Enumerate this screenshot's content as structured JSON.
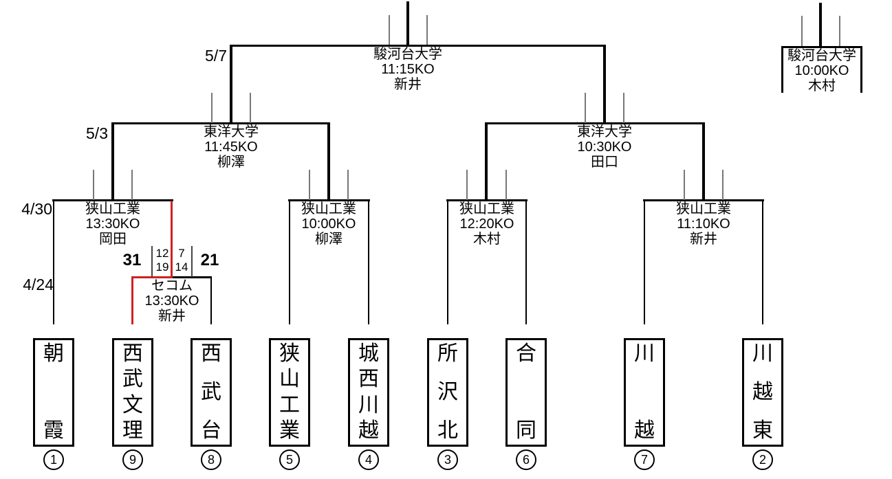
{
  "bracket": {
    "dates": {
      "final_day": "5/7",
      "semifinal_day": "5/3",
      "quarterfinal_day": "4/30",
      "first_round_day": "4/24"
    },
    "matches": {
      "final": {
        "venue": "駿河台大学",
        "kickoff": "11:15KO",
        "referee": "新井"
      },
      "third_place": {
        "venue": "駿河台大学",
        "kickoff": "10:00KO",
        "referee": "木村"
      },
      "semifinals": [
        {
          "venue": "東洋大学",
          "kickoff": "11:45KO",
          "referee": "柳澤"
        },
        {
          "venue": "東洋大学",
          "kickoff": "10:30KO",
          "referee": "田口"
        }
      ],
      "quarterfinals": [
        {
          "venue": "狭山工業",
          "kickoff": "13:30KO",
          "referee": "岡田"
        },
        {
          "venue": "狭山工業",
          "kickoff": "10:00KO",
          "referee": "柳澤"
        },
        {
          "venue": "狭山工業",
          "kickoff": "12:20KO",
          "referee": "木村"
        },
        {
          "venue": "狭山工業",
          "kickoff": "11:10KO",
          "referee": "新井"
        }
      ],
      "first_round": {
        "venue": "セコム",
        "kickoff": "13:30KO",
        "referee": "新井",
        "score": {
          "left_total": "31",
          "right_total": "21",
          "left_first_half": "12",
          "left_second_half": "19",
          "right_first_half": "7",
          "right_second_half": "14"
        }
      }
    },
    "teams": [
      {
        "name": "朝霞",
        "seed": "1"
      },
      {
        "name": "西武文理",
        "seed": "9"
      },
      {
        "name": "西武台",
        "seed": "8"
      },
      {
        "name": "狭山工業",
        "seed": "5"
      },
      {
        "name": "城西川越",
        "seed": "4"
      },
      {
        "name": "所沢北",
        "seed": "3"
      },
      {
        "name": "合同",
        "seed": "6"
      },
      {
        "name": "川越",
        "seed": "7"
      },
      {
        "name": "川越東",
        "seed": "2"
      }
    ],
    "colors": {
      "line": "#000000",
      "winner_path": "#cc2222"
    }
  }
}
